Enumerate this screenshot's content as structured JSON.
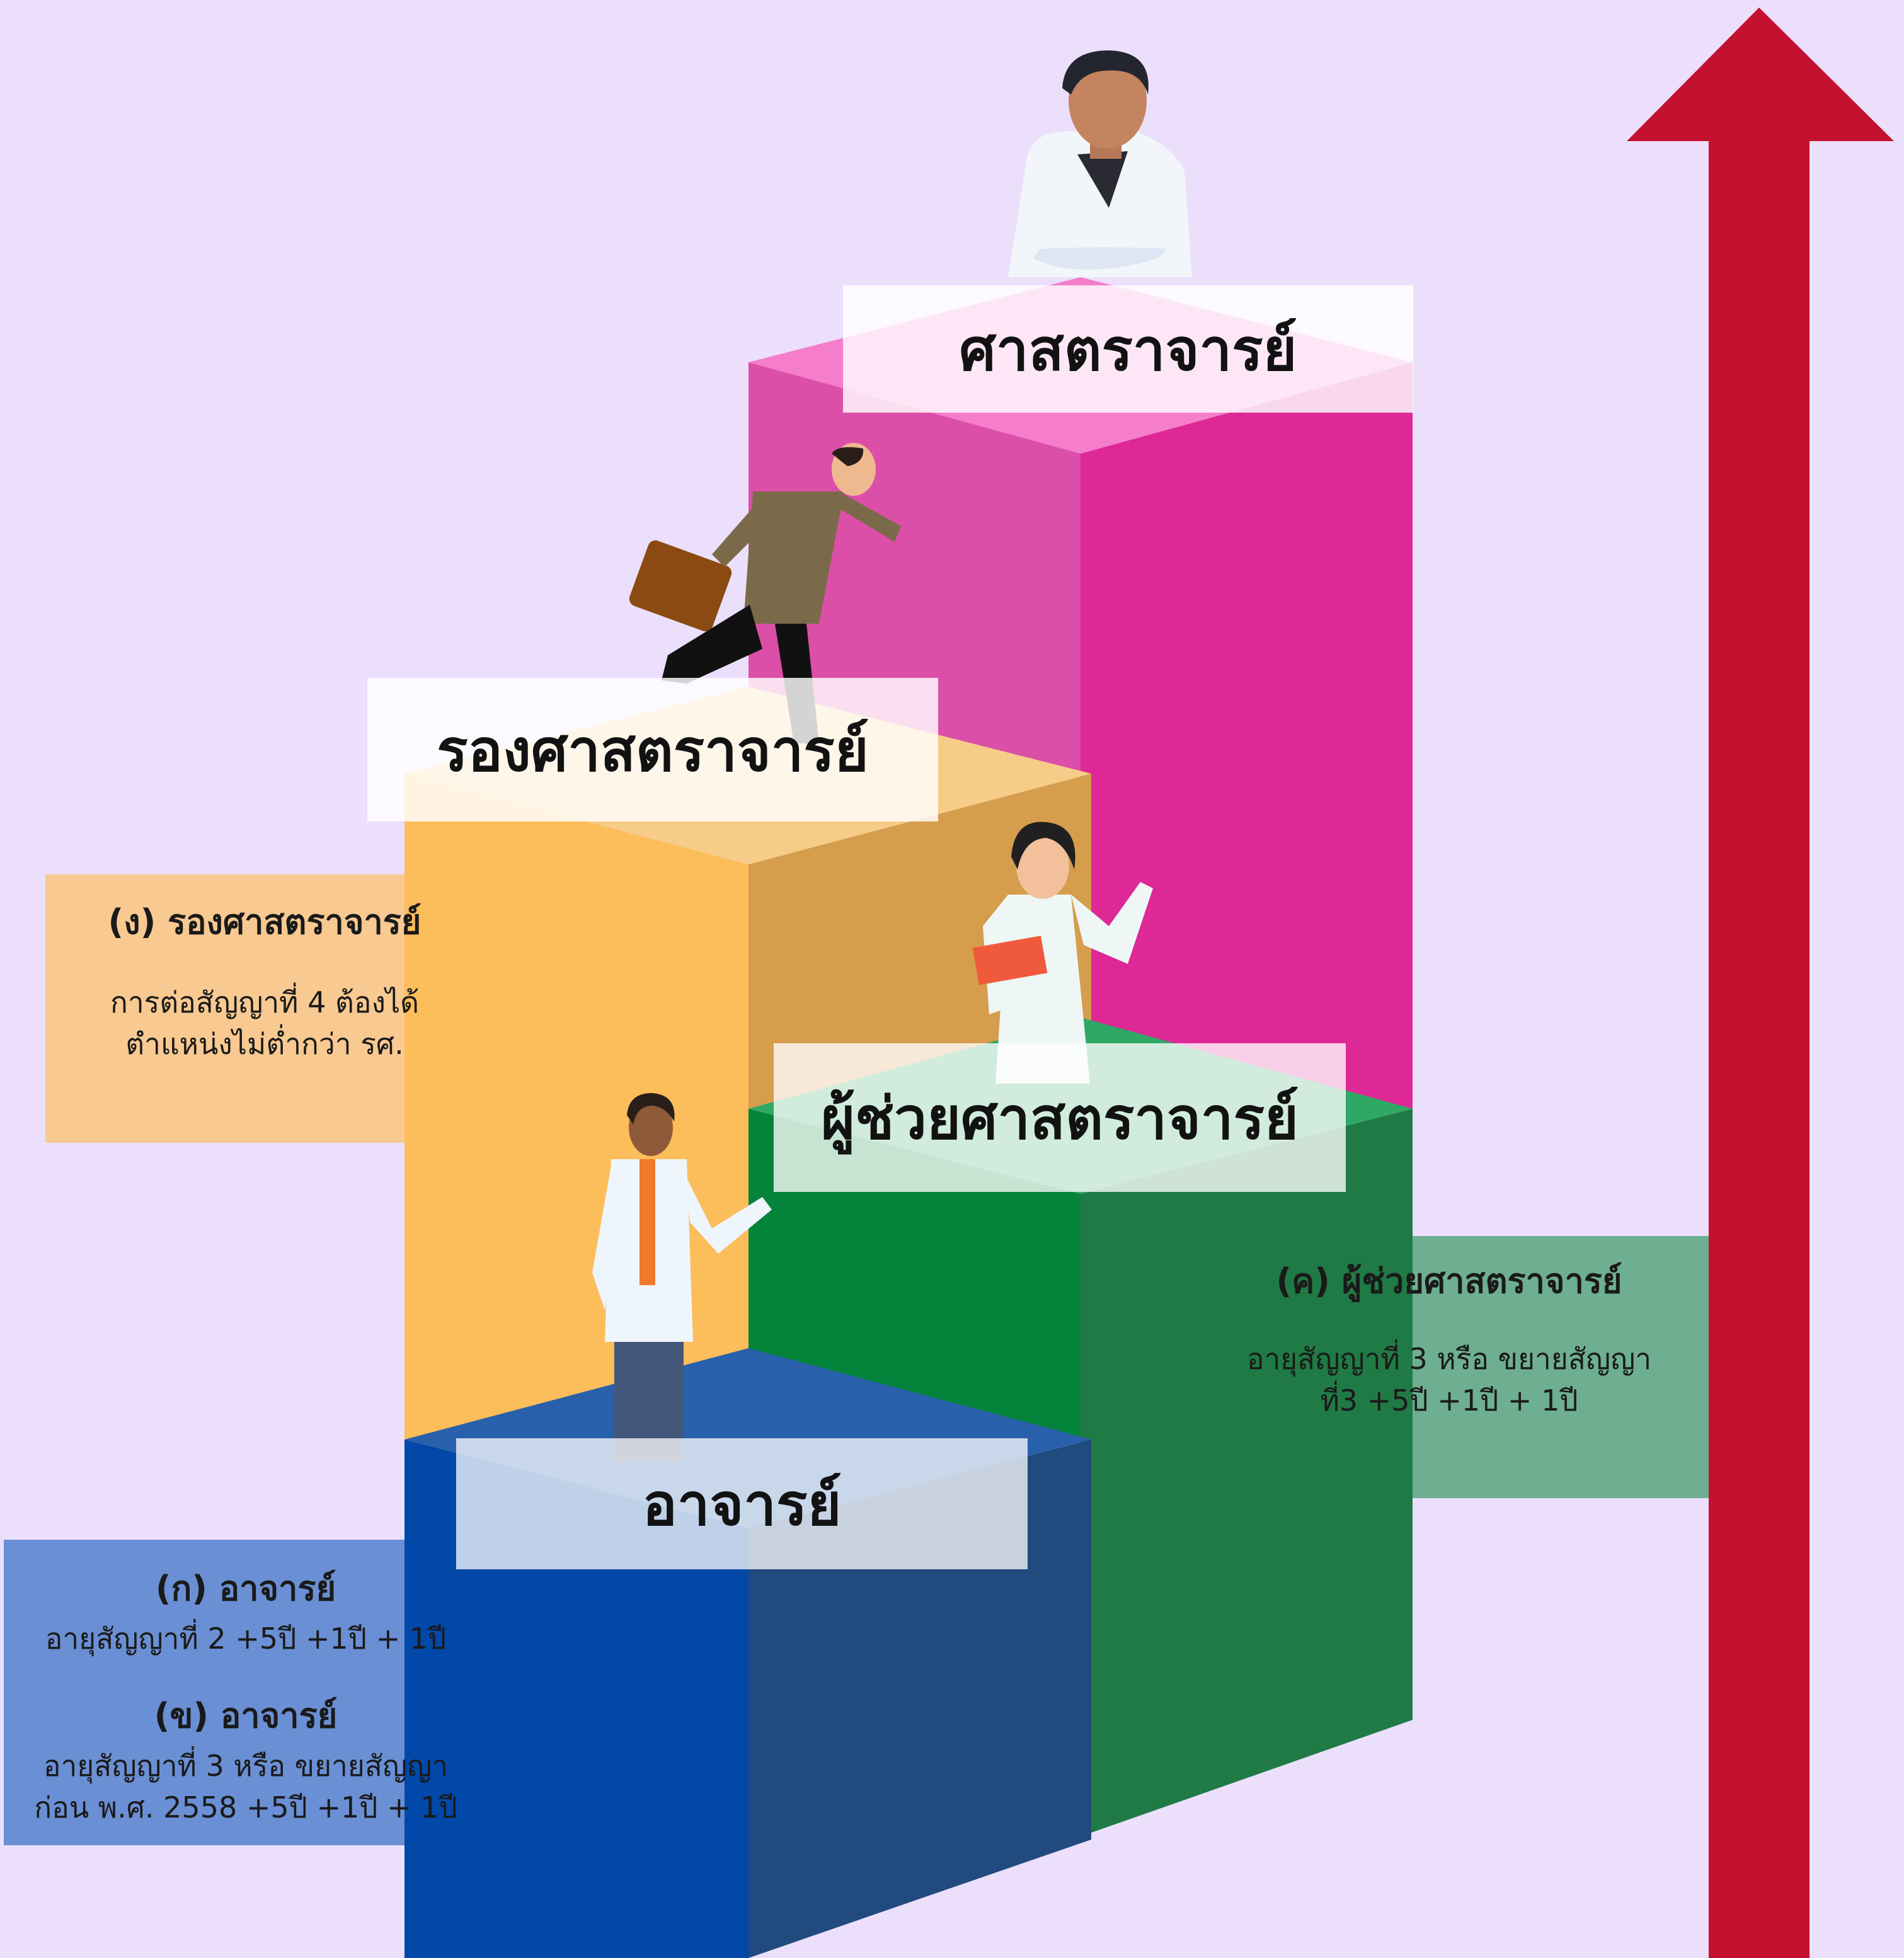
{
  "levels": {
    "professor": "ศาสตราจารย์",
    "associate": "รองศาสตราจารย์",
    "assistant": "ผู้ช่วยศาสตราจารย์",
    "lecturer": "อาจารย์"
  },
  "notes": {
    "ng": {
      "head": "(ง) รองศาสตราจารย์",
      "line1": "การต่อสัญญาที่ 4 ต้องได้",
      "line2": "ตำแหน่งไม่ต่ำกว่า รศ."
    },
    "kho_c": {
      "head": "(ค) ผู้ช่วยศาสตราจารย์",
      "line1": "อายุสัญญาที่ 3 หรือ ขยายสัญญา",
      "line2": "ที่3 +5ปี +1ปี + 1ปี"
    },
    "ko": {
      "head": "(ก) อาจารย์",
      "line1": "อายุสัญญาที่ 2 +5ปี +1ปี + 1ปี"
    },
    "kho_b": {
      "head": "(ข) อาจารย์",
      "line1": "อายุสัญญาที่ 3 หรือ ขยายสัญญา",
      "line2": "ก่อน พ.ศ. 2558 +5ปี +1ปี + 1ปี"
    }
  },
  "colors": {
    "background": "#ebdffb",
    "arrow": "#c3112f",
    "pink": "#e0299a",
    "orange": "#fcbd5b",
    "green": "#04843a",
    "blue": "#0148a8"
  }
}
